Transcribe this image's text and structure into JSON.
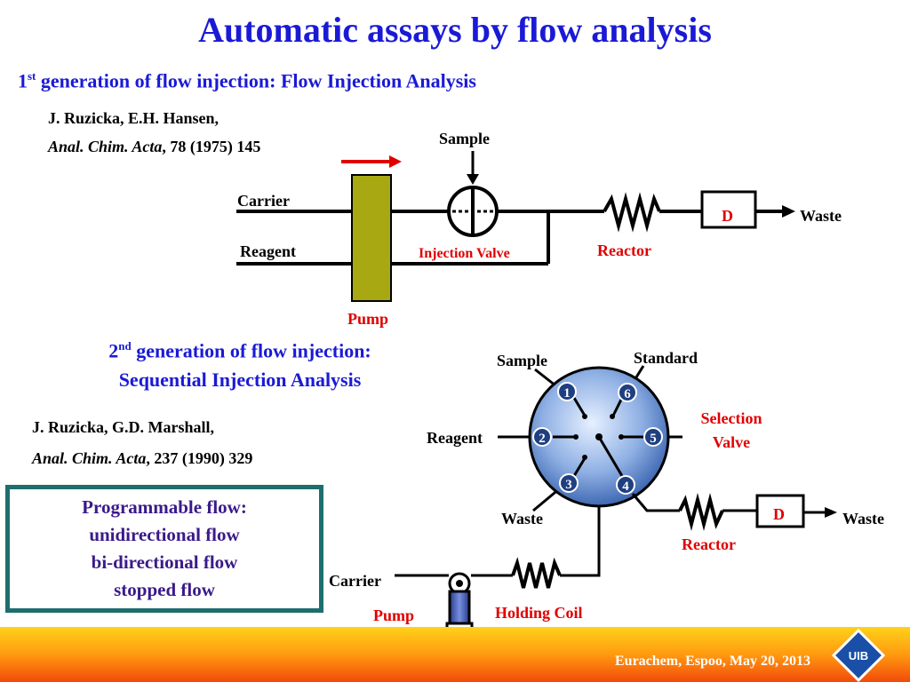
{
  "title": "Automatic assays by flow analysis",
  "gen1": {
    "num": "1",
    "sup": "st",
    "rest": " generation of flow injection: Flow Injection Analysis",
    "ref_authors": "J. Ruzicka, E.H. Hansen,",
    "ref_journal": "Anal. Chim. Acta",
    "ref_details": ", 78 (1975) 145",
    "labels": {
      "sample": "Sample",
      "carrier": "Carrier",
      "reagent": "Reagent",
      "injection_valve": "Injection Valve",
      "reactor": "Reactor",
      "detector": "D",
      "waste": "Waste",
      "pump": "Pump"
    }
  },
  "gen2": {
    "num": "2",
    "sup": "nd",
    "rest": " generation of flow injection:",
    "line2": "Sequential Injection Analysis",
    "ref_authors": "J. Ruzicka, G.D. Marshall,",
    "ref_journal": "Anal. Chim. Acta",
    "ref_details": ", 237 (1990) 329",
    "labels": {
      "sample": "Sample",
      "standard": "Standard",
      "reagent": "Reagent",
      "selection_valve_1": "Selection",
      "selection_valve_2": "Valve",
      "waste_left": "Waste",
      "waste_right": "Waste",
      "reactor": "Reactor",
      "detector": "D",
      "carrier": "Carrier",
      "pump": "Pump",
      "holding_coil": "Holding Coil"
    },
    "ports": [
      "1",
      "2",
      "3",
      "4",
      "5",
      "6"
    ]
  },
  "features": [
    "Programmable flow:",
    "unidirectional flow",
    "bi-directional flow",
    "stopped flow"
  ],
  "footer": {
    "text": "Eurachem, Espoo, May 20, 2013",
    "logo": "UIB"
  },
  "colors": {
    "title": "#1a1ad6",
    "red_labels": "#e00000",
    "pump_column": "#a8a812",
    "features_border": "#1e6e6e",
    "features_text": "#3a1a8a",
    "footer_top": "#ffd21a",
    "footer_bottom": "#f24a0a"
  }
}
